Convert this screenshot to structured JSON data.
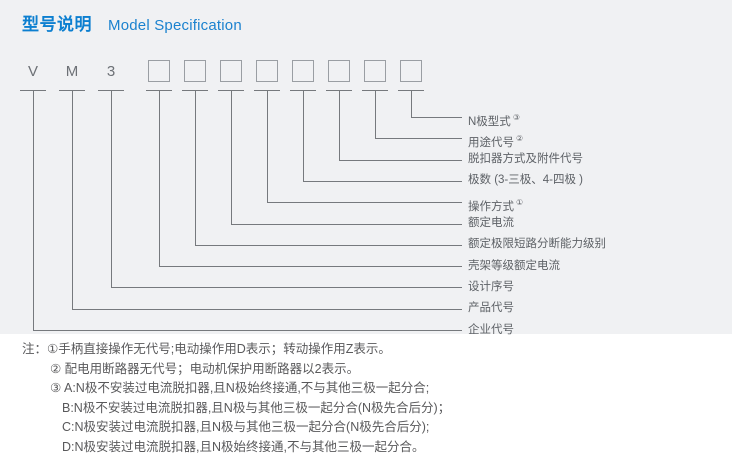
{
  "header": {
    "title_cn": "型号说明",
    "title_en": "Model Specification",
    "accent_color": "#0c7fd0"
  },
  "panel": {
    "background_color": "#f0f1f3",
    "line_color": "#76797d"
  },
  "code_row": {
    "cells": [
      {
        "text": "V",
        "boxed": false
      },
      {
        "text": "M",
        "boxed": false
      },
      {
        "text": "3",
        "boxed": false
      },
      {
        "text": "",
        "boxed": true
      },
      {
        "text": "",
        "boxed": true
      },
      {
        "text": "",
        "boxed": true
      },
      {
        "text": "",
        "boxed": true
      },
      {
        "text": "",
        "boxed": true
      },
      {
        "text": "",
        "boxed": true
      },
      {
        "text": "",
        "boxed": true
      },
      {
        "text": "",
        "boxed": true
      }
    ]
  },
  "callouts": [
    {
      "label": "N极型式",
      "marker": "③"
    },
    {
      "label": "用途代号",
      "marker": "②"
    },
    {
      "label": "脱扣器方式及附件代号",
      "marker": ""
    },
    {
      "label": "极数 (3-三极、4-四极 )",
      "marker": ""
    },
    {
      "label": "操作方式",
      "marker": "①"
    },
    {
      "label": "额定电流",
      "marker": ""
    },
    {
      "label": "额定极限短路分断能力级别",
      "marker": ""
    },
    {
      "label": "壳架等级额定电流",
      "marker": ""
    },
    {
      "label": "设计序号",
      "marker": ""
    },
    {
      "label": "产品代号",
      "marker": ""
    },
    {
      "label": "企业代号",
      "marker": ""
    }
  ],
  "notes": {
    "prefix": "注：",
    "items": [
      "①手柄直接操作无代号;电动操作用D表示；转动操作用Z表示。",
      "② 配电用断路器无代号；电动机保护用断路器以2表示。",
      "③ A:N极不安装过电流脱扣器,且N极始终接通,不与其他三极一起分合;",
      "B:N极不安装过电流脱扣器,且N极与其他三极一起分合(N极先合后分)；",
      "C:N极安装过电流脱扣器,且N极与其他三极一起分合(N极先合后分);",
      "D:N极安装过电流脱扣器,且N极始终接通,不与其他三极一起分合。"
    ]
  }
}
